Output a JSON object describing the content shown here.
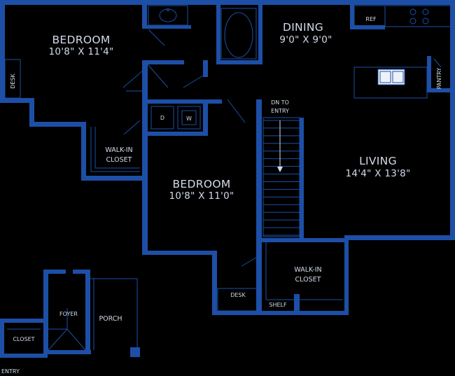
{
  "rooms": {
    "bedroom1": {
      "name": "BEDROOM",
      "size": "10'8\" X 11'4\""
    },
    "dining": {
      "name": "DINING",
      "size": "9'0\" X 9'0\""
    },
    "bedroom2": {
      "name": "BEDROOM",
      "size": "10'8\" X 11'0\""
    },
    "living": {
      "name": "LIVING",
      "size": "14'4\" X 13'8\""
    },
    "walkin1": {
      "line1": "WALK-IN",
      "line2": "CLOSET"
    },
    "walkin2": {
      "line1": "WALK-IN",
      "line2": "CLOSET"
    },
    "porch": {
      "name": "PORCH"
    },
    "foyer": {
      "name": "FOYER"
    },
    "closet": {
      "name": "CLOSET"
    }
  },
  "fixtures": {
    "desk1": "DESK",
    "desk2": "DESK",
    "ref": "REF",
    "pantry": "PANTRY",
    "dryer": "D",
    "washer": "W",
    "shelf": "SHELF",
    "stairs": {
      "line1": "DN TO",
      "line2": "ENTRY"
    }
  },
  "entry_label": "ENTRY",
  "colors": {
    "wall": "#1d4fa6",
    "background": "#000000",
    "text": "#d3dbe8"
  }
}
